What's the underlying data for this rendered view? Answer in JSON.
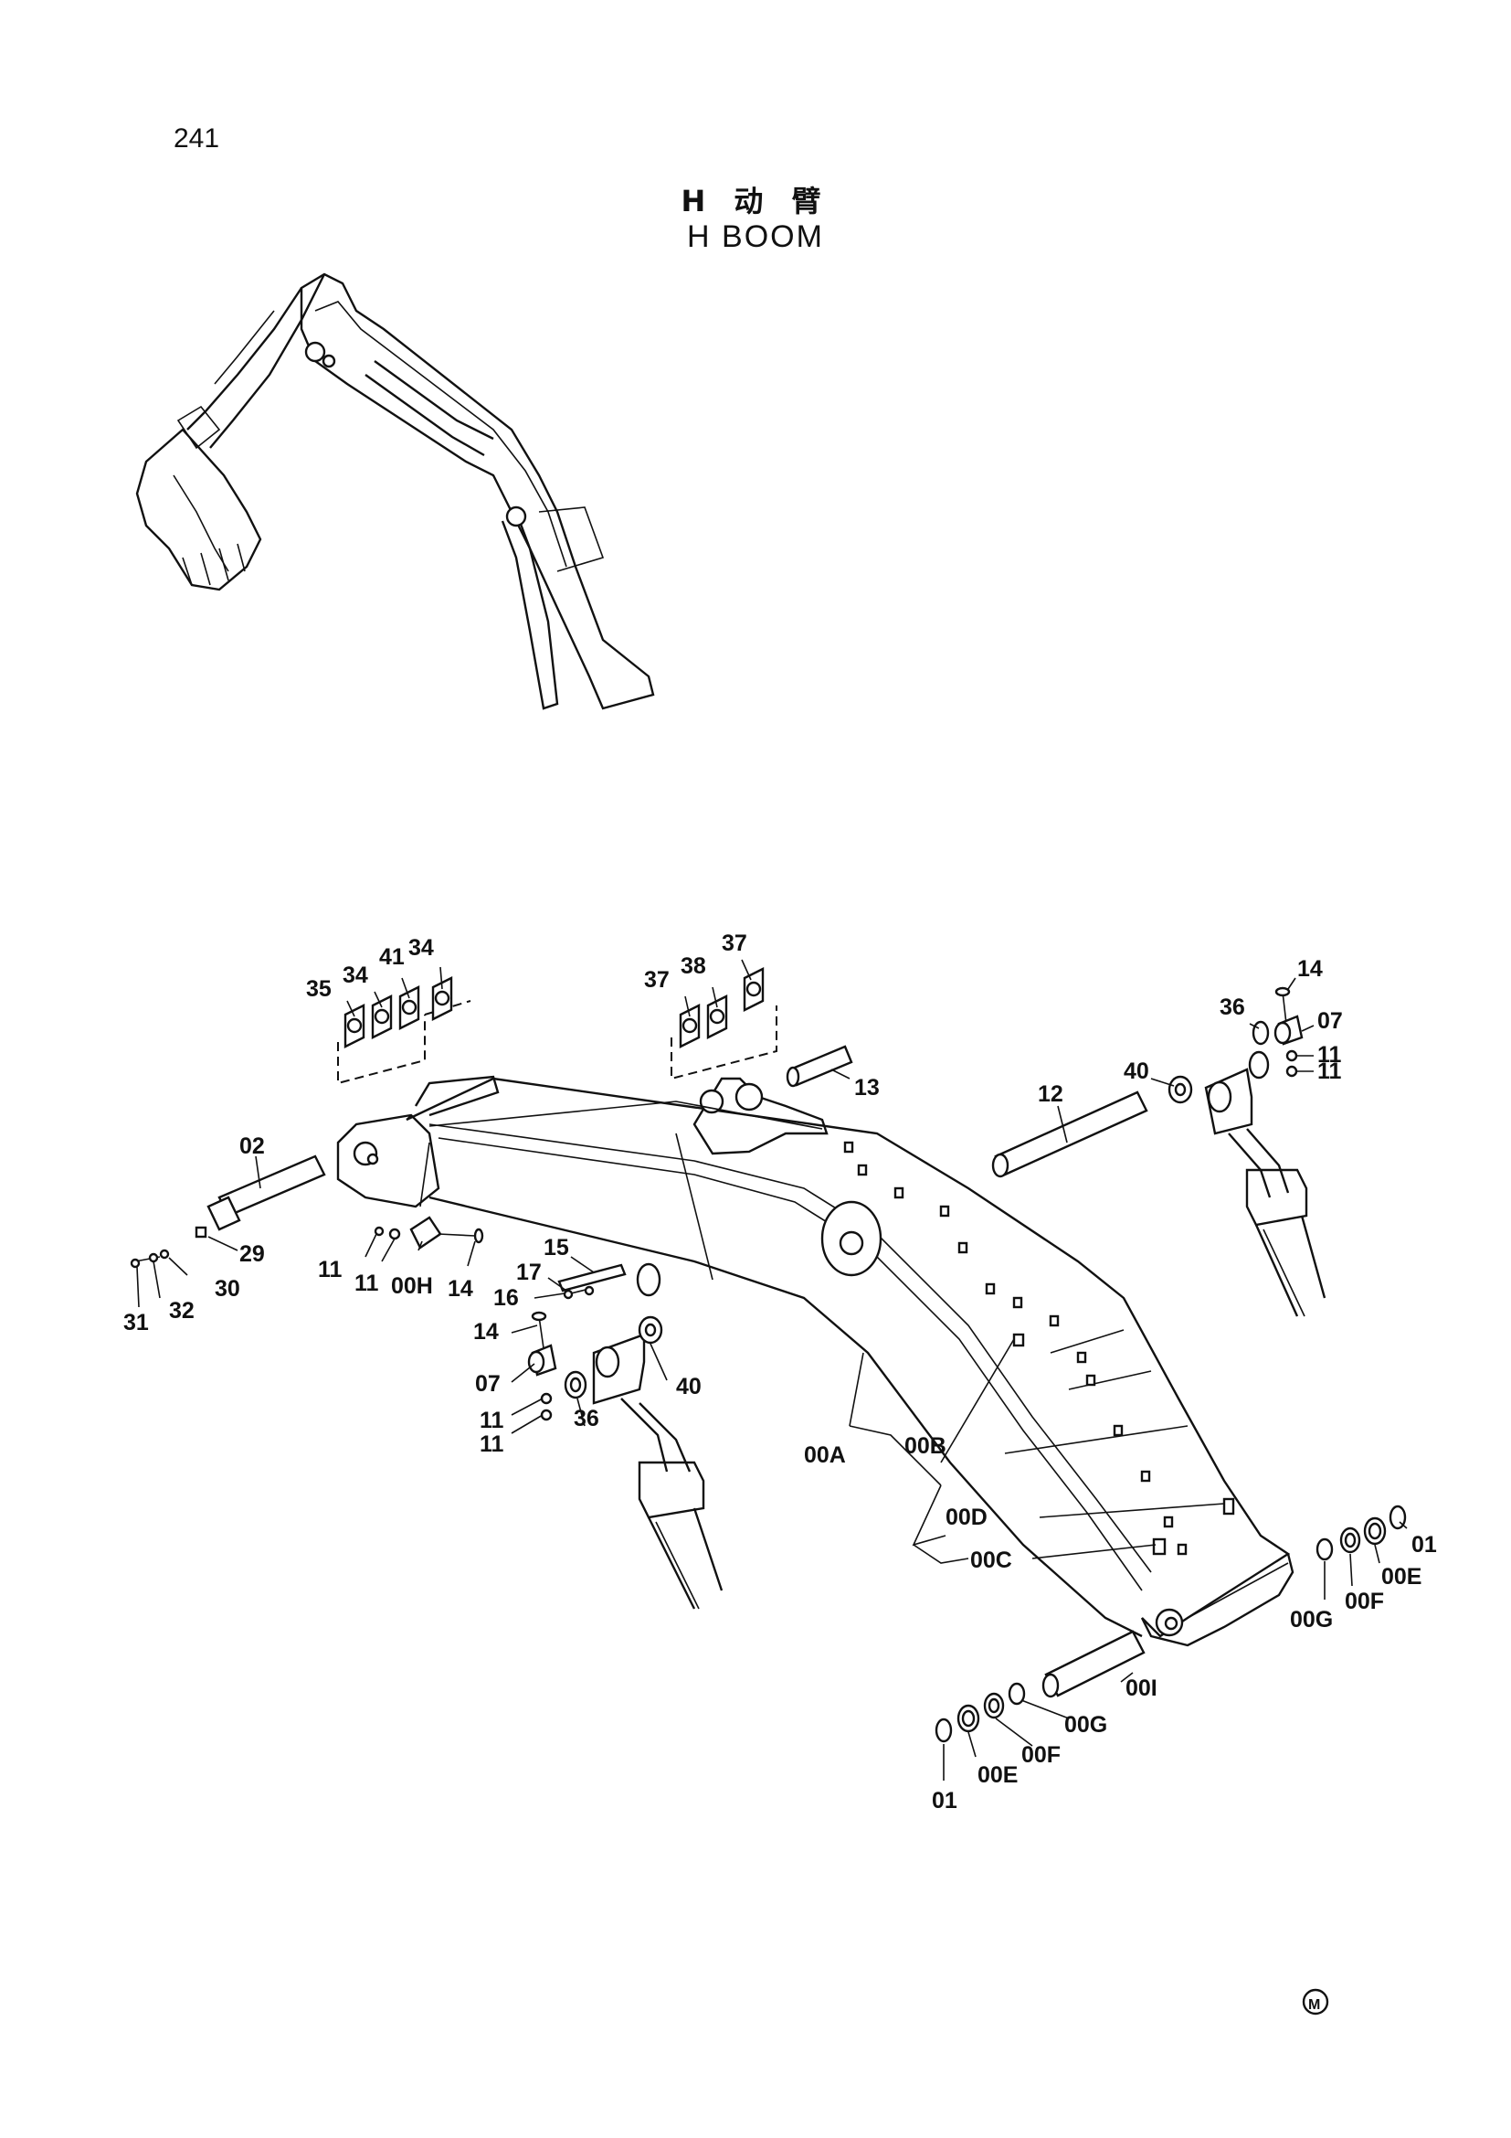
{
  "page_number": "241",
  "title_cn": "H 动 臂",
  "title_en": "H BOOM",
  "mark": "M",
  "callouts": {
    "p35": "35",
    "p34a": "34",
    "p41": "41",
    "p34b": "34",
    "p37a": "37",
    "p38": "38",
    "p37b": "37",
    "p14a": "14",
    "p36a": "36",
    "p07a": "07",
    "p11a": "11",
    "p11b": "11",
    "p40a": "40",
    "p12": "12",
    "p13": "13",
    "p02": "02",
    "p29": "29",
    "p30": "30",
    "p31": "31",
    "p32": "32",
    "p11c": "11",
    "p11d": "11",
    "p00H": "00H",
    "p14b": "14",
    "p15": "15",
    "p17": "17",
    "p16": "16",
    "p14c": "14",
    "p07b": "07",
    "p11e": "11",
    "p11f": "11",
    "p36b": "36",
    "p40b": "40",
    "p00A": "00A",
    "p00B": "00B",
    "p00D": "00D",
    "p00C": "00C",
    "p01a": "01",
    "p00Ea": "00E",
    "p00Fa": "00F",
    "p00Ga": "00G",
    "p00I": "00I",
    "p00Gb": "00G",
    "p00Fb": "00F",
    "p00Eb": "00E",
    "p01b": "01"
  }
}
